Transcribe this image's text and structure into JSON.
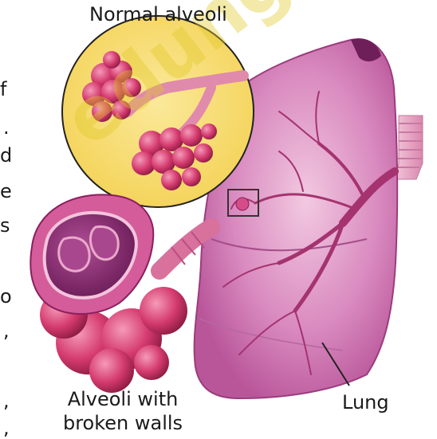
{
  "labels": {
    "normal_alveoli": "Normal alveoli",
    "lung": "Lung",
    "broken_line1": "Alveoli with",
    "broken_line2": "broken walls"
  },
  "left_margin_chars": [
    "f",
    ".",
    "d",
    "e",
    "s",
    "o",
    ",",
    ",",
    ","
  ],
  "watermark_text": "edunga.com",
  "colors": {
    "background": "#ffffff",
    "inset_circle": "#f6dc6a",
    "lung_tissue": "#cf6fb0",
    "lung_highlight": "#eab6d6",
    "alveoli": "#d8386e",
    "damaged_alveoli": "#9b2a74",
    "trachea": "#e9a9c6",
    "outline": "#2a2a2a"
  }
}
